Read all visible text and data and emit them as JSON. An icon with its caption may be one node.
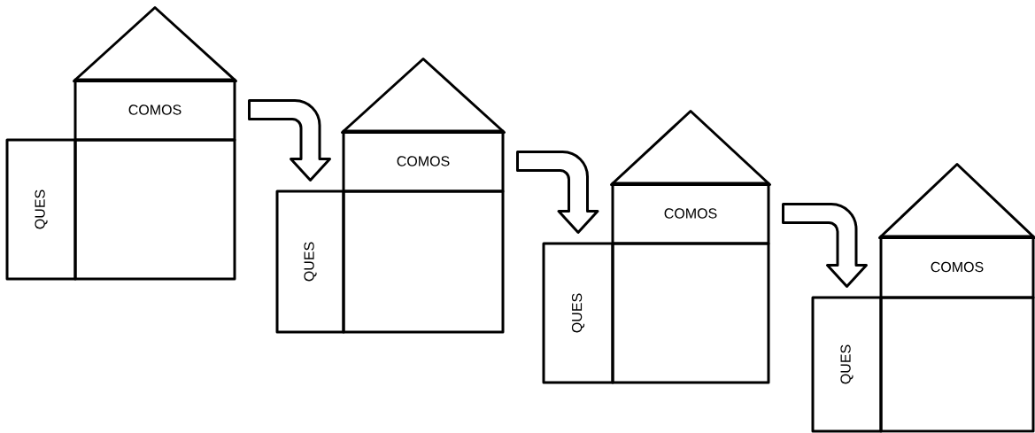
{
  "diagram": {
    "nodes": [
      {
        "text": [],
        "shape": "triangle"
      },
      {
        "text": [
          "COMOS"
        ]
      },
      {
        "text": [
          "QUES"
        ]
      },
      {
        "text": [],
        "shape": "box"
      },
      {
        "text": [],
        "shape": "triangle"
      },
      {
        "text": [
          "COMOS"
        ]
      },
      {
        "text": [
          "QUES"
        ]
      },
      {
        "text": [],
        "shape": "box"
      },
      {
        "text": [],
        "shape": "triangle"
      },
      {
        "text": [
          "COMOS"
        ]
      },
      {
        "text": [
          "QUES"
        ]
      },
      {
        "text": [],
        "shape": "box"
      },
      {
        "text": [],
        "shape": "triangle"
      },
      {
        "text": [
          "COMOS"
        ]
      },
      {
        "text": [
          "QUES"
        ]
      },
      {
        "text": [],
        "shape": "box"
      }
    ],
    "edges": [
      {
        "from": 1,
        "to": 6,
        "arrow": "to"
      },
      {
        "from": 5,
        "to": 10,
        "arrow": "to"
      },
      {
        "from": 9,
        "to": 14,
        "arrow": "to"
      }
    ]
  }
}
